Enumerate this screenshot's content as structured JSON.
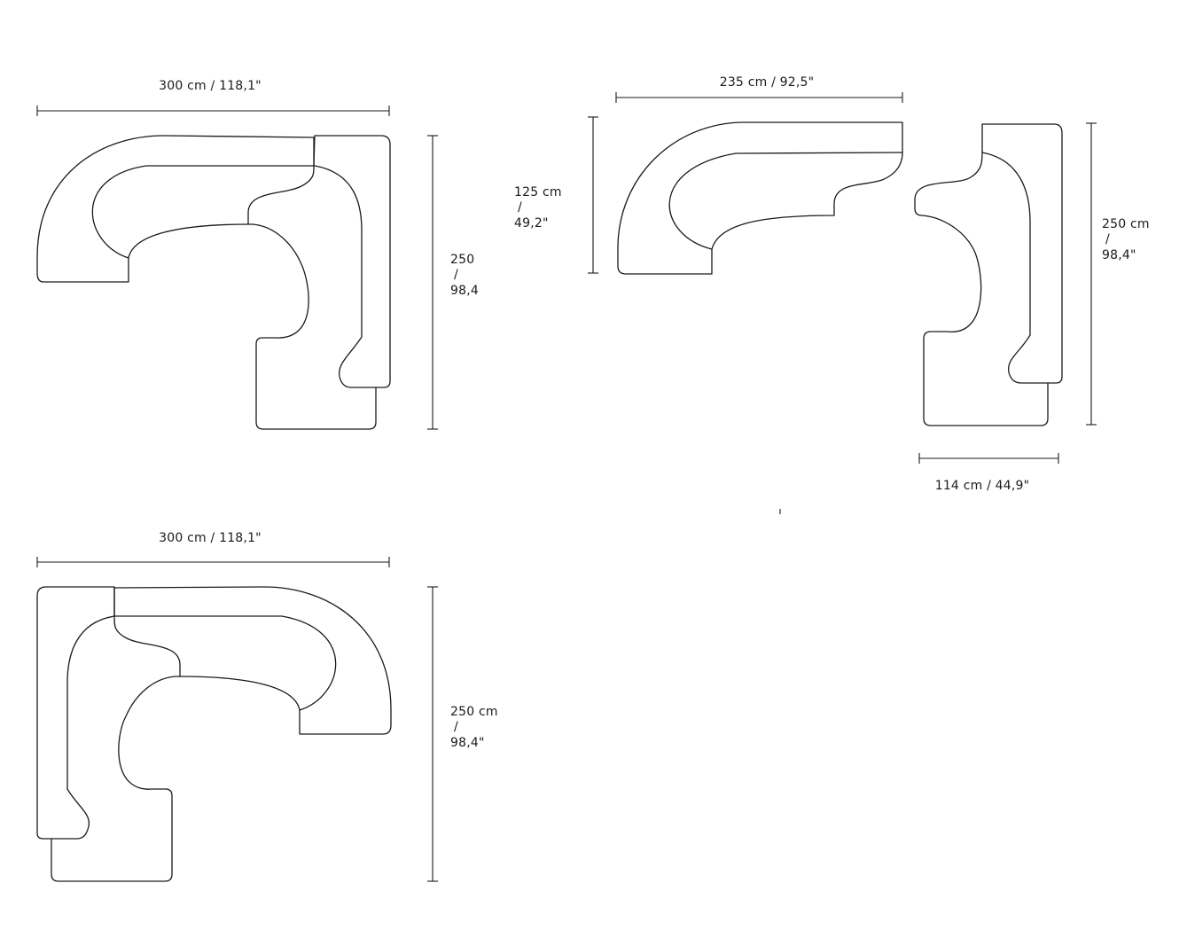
{
  "drawings": [
    {
      "id": "top-left",
      "width_label": "300 cm / 118,1\"",
      "height_label_lines": [
        "250",
        "/",
        "98,4"
      ]
    },
    {
      "id": "top-right",
      "width_label": "235 cm / 92,5\"",
      "left_height_label_lines": [
        "125 cm",
        "/",
        "49,2\""
      ],
      "right_height_label_lines": [
        "250 cm",
        "/",
        "98,4\""
      ],
      "bottom_width_label": "114 cm / 44,9\""
    },
    {
      "id": "bottom-left",
      "width_label": "300 cm / 118,1\"",
      "height_label_lines": [
        "250 cm",
        "/",
        "98,4\""
      ]
    }
  ]
}
